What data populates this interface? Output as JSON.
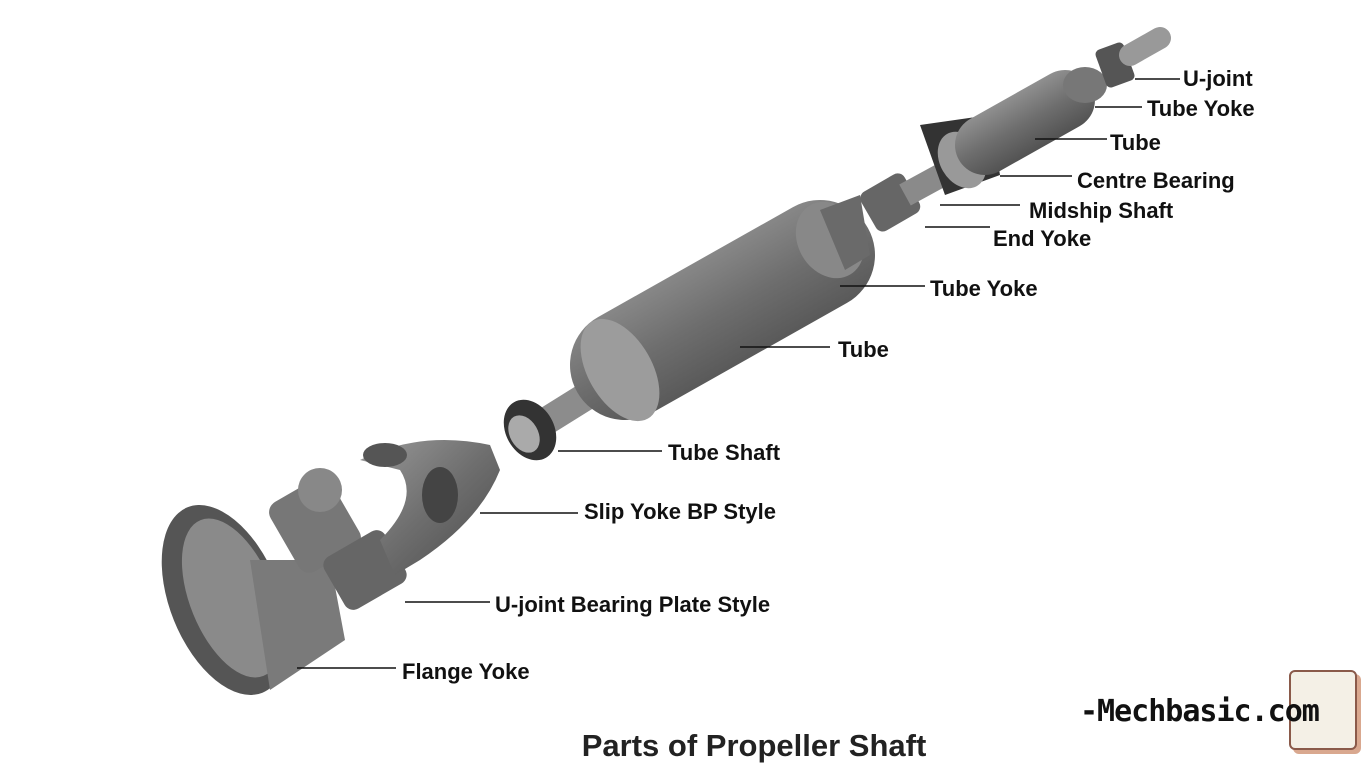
{
  "title": "Parts of Propeller Shaft",
  "watermark": "-Mechbasic.com",
  "labels": [
    {
      "id": "u-joint-top",
      "text": "U-joint"
    },
    {
      "id": "tube-yoke-top",
      "text": "Tube Yoke"
    },
    {
      "id": "tube-top",
      "text": "Tube"
    },
    {
      "id": "centre-bearing",
      "text": "Centre Bearing"
    },
    {
      "id": "midship-shaft",
      "text": "Midship Shaft"
    },
    {
      "id": "end-yoke",
      "text": "End Yoke"
    },
    {
      "id": "tube-yoke",
      "text": "Tube Yoke"
    },
    {
      "id": "tube",
      "text": "Tube"
    },
    {
      "id": "tube-shaft",
      "text": "Tube Shaft"
    },
    {
      "id": "slip-yoke",
      "text": "Slip Yoke BP Style"
    },
    {
      "id": "u-joint-bp",
      "text": "U-joint Bearing Plate Style"
    },
    {
      "id": "flange-yoke",
      "text": "Flange Yoke"
    }
  ]
}
